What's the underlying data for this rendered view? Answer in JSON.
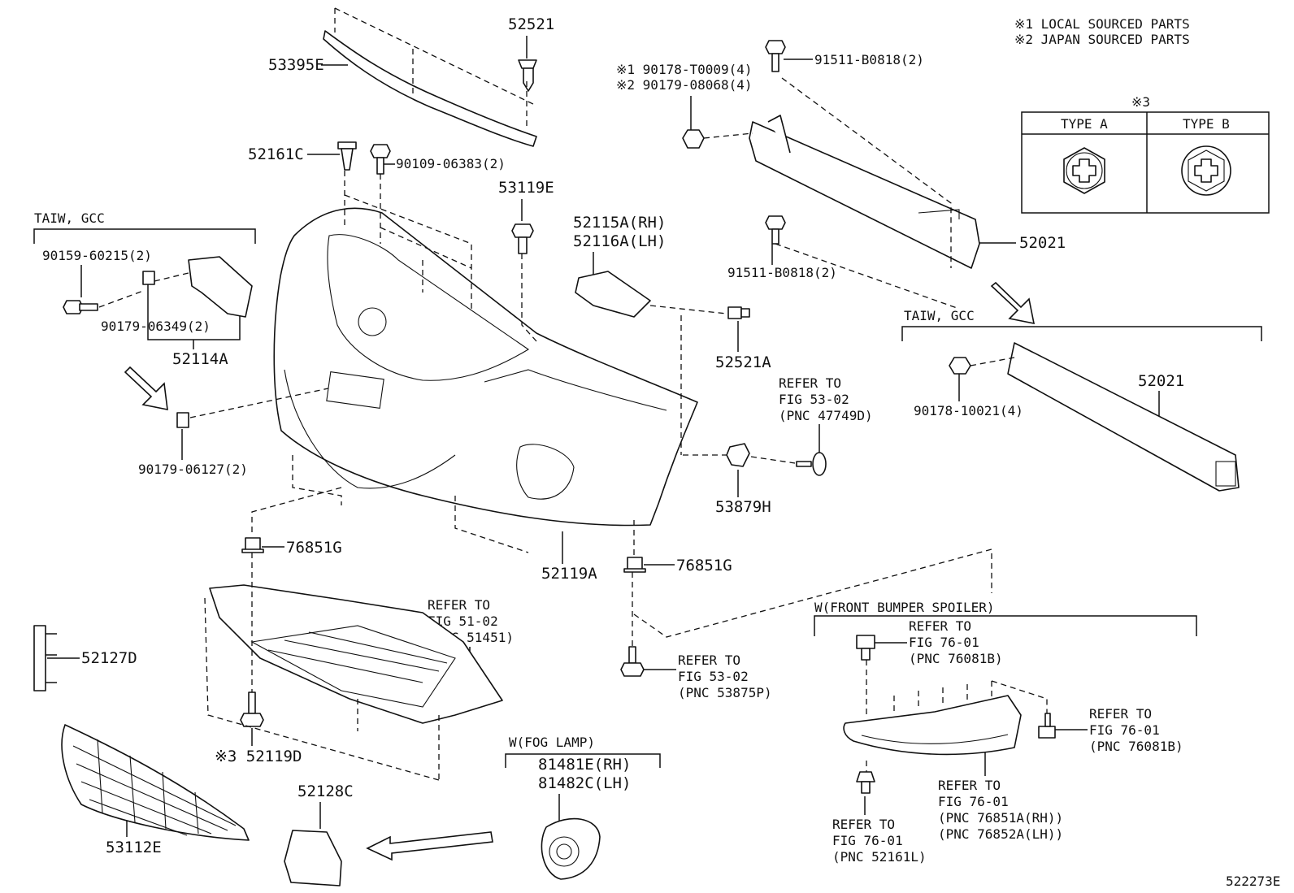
{
  "legend": {
    "note1": "※1 LOCAL SOURCED PARTS",
    "note2": "※2 JAPAN SOURCED PARTS",
    "mark3": "※3",
    "type_a": "TYPE A",
    "type_b": "TYPE B"
  },
  "groups": {
    "taiw_gcc_left": "TAIW, GCC",
    "taiw_gcc_right": "TAIW, GCC",
    "front_bumper_spoiler": "W(FRONT BUMPER SPOILER)",
    "fog_lamp": "W(FOG LAMP)"
  },
  "labels": {
    "p52521": "52521",
    "p53395E": "53395E",
    "p52161C": "52161C",
    "p90109": "90109-06383(2)",
    "p53119E": "53119E",
    "p52115A": "52115A(RH)",
    "p52116A": "52116A(LH)",
    "p90178_t": "※1 90178-T0009(4)",
    "p90179_08": "※2 90179-08068(4)",
    "p91511_top": "91511-B0818(2)",
    "p91511_bot": "91511-B0818(2)",
    "p52021_a": "52021",
    "p52021_b": "52021",
    "p90178_10": "90178-10021(4)",
    "p90159": "90159-60215(2)",
    "p90179_06349": "90179-06349(2)",
    "p52114A": "52114A",
    "p90179_06127": "90179-06127(2)",
    "p52521A": "52521A",
    "p53879H": "53879H",
    "p76851G_a": "76851G",
    "p76851G_b": "76851G",
    "p52119A": "52119A",
    "p52127D": "52127D",
    "p52119D": "※3 52119D",
    "p53112E": "53112E",
    "p52128C": "52128C",
    "p81481E": "81481E(RH)",
    "p81482C": "81482C(LH)",
    "diagram_id": "522273E"
  },
  "refs": {
    "fig53_upper": [
      "REFER TO",
      "FIG 53-02",
      "(PNC 47749D)"
    ],
    "fig51": [
      "REFER TO",
      "FIG 51-02",
      "(PNC 51451)"
    ],
    "fig53_lower": [
      "REFER TO",
      "FIG 53-02",
      "(PNC 53875P)"
    ],
    "fig76_top": [
      "REFER TO",
      "FIG 76-01",
      "(PNC 76081B)"
    ],
    "fig76_right": [
      "REFER TO",
      "FIG 76-01",
      "(PNC 76081B)"
    ],
    "fig76_mid": [
      "REFER TO",
      "FIG 76-01",
      "(PNC 76851A(RH))",
      "(PNC 76852A(LH))"
    ],
    "fig76_bottom": [
      "REFER TO",
      "FIG 76-01",
      "(PNC 52161L)"
    ]
  }
}
